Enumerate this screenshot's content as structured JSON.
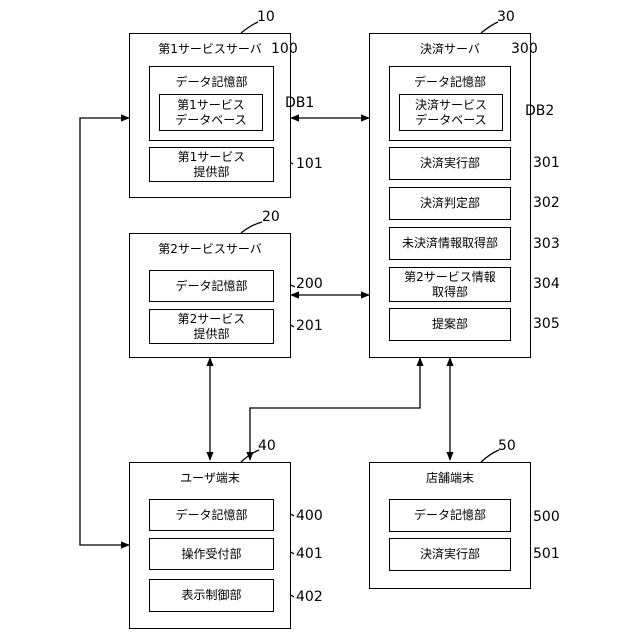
{
  "first_service_server": {
    "ref": "10",
    "title": "第1サービスサーバ",
    "data_storage": {
      "ref": "100",
      "label": "データ記憶部"
    },
    "database": {
      "ref": "DB1",
      "line1": "第1サービス",
      "line2": "データベース"
    },
    "service_provider": {
      "ref": "101",
      "line1": "第1サービス",
      "line2": "提供部"
    }
  },
  "second_service_server": {
    "ref": "20",
    "title": "第2サービスサーバ",
    "data_storage": {
      "ref": "200",
      "label": "データ記憶部"
    },
    "service_provider": {
      "ref": "201",
      "line1": "第2サービス",
      "line2": "提供部"
    }
  },
  "payment_server": {
    "ref": "30",
    "title": "決済サーバ",
    "data_storage": {
      "ref": "300",
      "label": "データ記憶部"
    },
    "database": {
      "ref": "DB2",
      "line1": "決済サービス",
      "line2": "データベース"
    },
    "payment_execution": {
      "ref": "301",
      "label": "決済実行部"
    },
    "payment_judgment": {
      "ref": "302",
      "label": "決済判定部"
    },
    "unpaid_info_acquisition": {
      "ref": "303",
      "label": "未決済情報取得部"
    },
    "second_service_info_acquisition": {
      "ref": "304",
      "line1": "第2サービス情報",
      "line2": "取得部"
    },
    "proposal": {
      "ref": "305",
      "label": "提案部"
    }
  },
  "user_terminal": {
    "ref": "40",
    "title": "ユーザ端末",
    "data_storage": {
      "ref": "400",
      "label": "データ記憶部"
    },
    "operation_reception": {
      "ref": "401",
      "label": "操作受付部"
    },
    "display_control": {
      "ref": "402",
      "label": "表示制御部"
    }
  },
  "store_terminal": {
    "ref": "50",
    "title": "店舗端末",
    "data_storage": {
      "ref": "500",
      "label": "データ記憶部"
    },
    "payment_execution": {
      "ref": "501",
      "label": "決済実行部"
    }
  }
}
